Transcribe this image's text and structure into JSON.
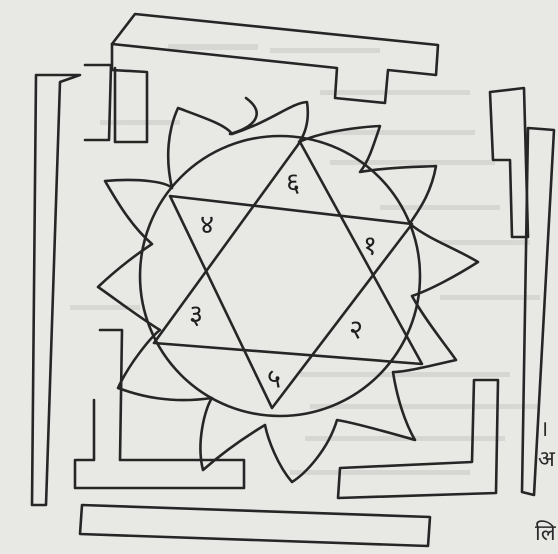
{
  "yantra": {
    "labels": {
      "top": "६",
      "upper_left": "४",
      "upper_right": "१",
      "lower_left": "३",
      "lower_right": "२",
      "bottom": "५"
    }
  },
  "edge_text": {
    "line1": "।",
    "line2": "अ",
    "line3": "लि"
  }
}
